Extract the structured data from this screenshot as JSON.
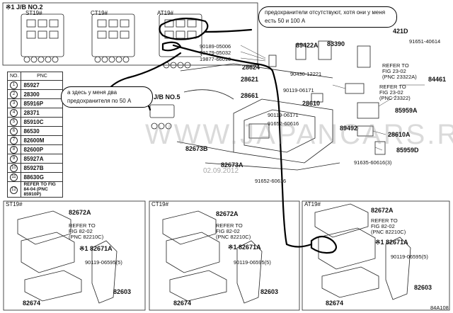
{
  "header": {
    "jb_no2": "※1  J/B NO.2",
    "st19": "ST19#",
    "ct19": "CT19#",
    "at19": "AT19#",
    "jb_no5": "※1  J/B NO.5"
  },
  "pnc_table": {
    "col_no": "NO.",
    "col_pnc": "PNC",
    "rows": [
      {
        "no": "1",
        "pnc": "85927"
      },
      {
        "no": "2",
        "pnc": "28300"
      },
      {
        "no": "3",
        "pnc": "85916P"
      },
      {
        "no": "4",
        "pnc": "28371"
      },
      {
        "no": "5",
        "pnc": "85910C"
      },
      {
        "no": "6",
        "pnc": "86530"
      },
      {
        "no": "7",
        "pnc": "82600M"
      },
      {
        "no": "8",
        "pnc": "82600P"
      },
      {
        "no": "9",
        "pnc": "85927A"
      },
      {
        "no": "10",
        "pnc": "85927B"
      },
      {
        "no": "11",
        "pnc": "88630G"
      },
      {
        "no": "12",
        "pnc": "REFER TO FIG 84-04 (PNC 85910P)"
      }
    ]
  },
  "annotations": {
    "top_right": "предохранители отсутствуют, хотя они у меня есть 50 и 100 А",
    "left": "а здесь у меня два предохранителя по 50 А"
  },
  "watermark": "WWW.JAPANCARS.RU",
  "date_stamp": "02.09.2012",
  "figure_id": "84A108",
  "parts_top": {
    "p90189": "90189-05006",
    "p90179": "90179-05032",
    "p19877": "19877-66010",
    "p28624": "28624",
    "p28621": "28621",
    "p89422A": "89422A",
    "p83390": "83390",
    "p421D": "421D",
    "p91651": "91651-40614",
    "p90430": "90430-12221",
    "p84461": "84461",
    "refer_23_02_a1": "REFER TO",
    "refer_23_02_a2": "FIG 23-02",
    "refer_23_02_a3": "(PNC 23322A)",
    "refer_23_02_b1": "REFER TO",
    "refer_23_02_b2": "FIG 23-02",
    "refer_23_02_b3": "(PNC 23322)",
    "p90119_06171a": "90119-06171",
    "p28610": "28610",
    "p28661": "28661",
    "p90119_06171b": "90119-06171",
    "p91652_60616a": "91652-60616",
    "p85959A": "85959A",
    "p89492": "89492",
    "p28610A": "28610A",
    "p82673B": "82673B",
    "p85959D": "85959D",
    "p91635": "91635-60616(3)",
    "p82673A": "82673A",
    "p91652_60616b": "91652-60616"
  },
  "panels": [
    {
      "title": "ST19#",
      "cover": "82672A",
      "refer1": "REFER TO",
      "refer2": "FIG 82-02",
      "refer3": "(PNC 82210C)",
      "box": "※1  82671A",
      "bolt": "90119-06595(5)",
      "bracket": "82603",
      "tray": "82674"
    },
    {
      "title": "CT19#",
      "cover": "82672A",
      "refer1": "REFER TO",
      "refer2": "FIG 82-02",
      "refer3": "(PNC 82210C)",
      "box": "※1  82671A",
      "bolt": "90119-06595(5)",
      "bracket": "82603",
      "tray": "82674"
    },
    {
      "title": "AT19#",
      "cover": "82672A",
      "refer1": "REFER TO",
      "refer2": "FIG 82-02",
      "refer3": "(PNC 82210C)",
      "box": "※1  82671A",
      "bolt": "90119-06595(5)",
      "bracket": "82603",
      "tray": "82674"
    }
  ]
}
